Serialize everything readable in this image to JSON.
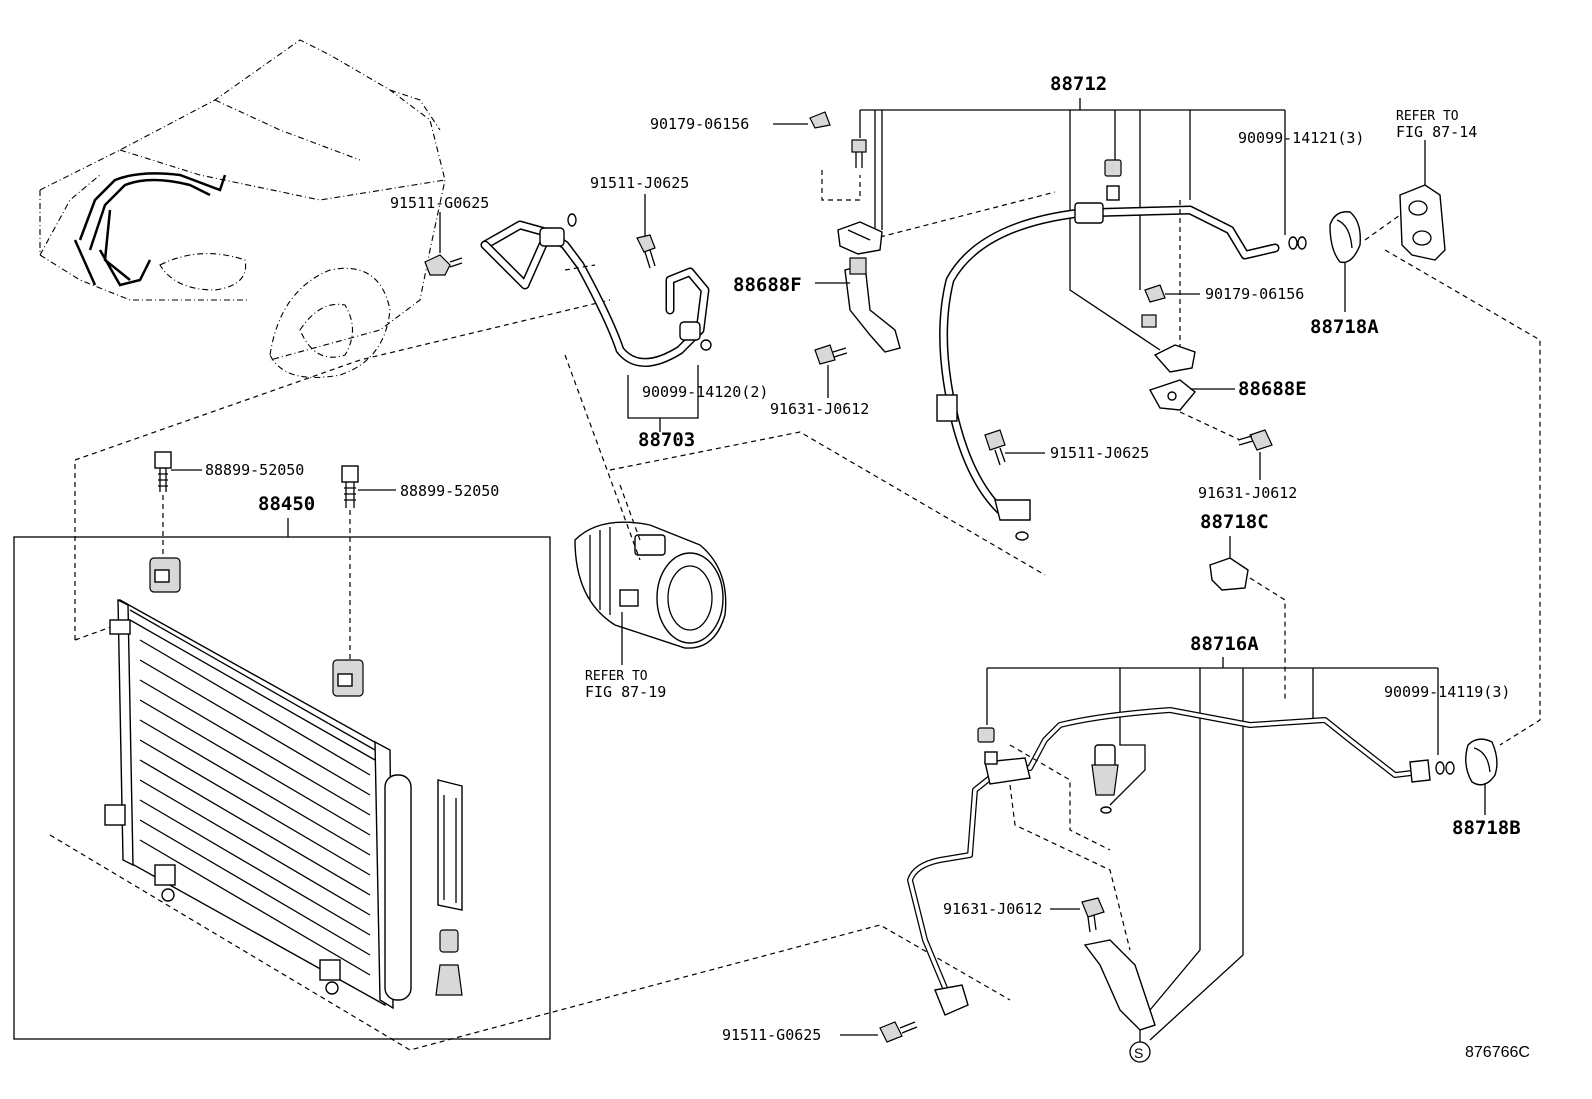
{
  "diagram_id": "876766C",
  "assemblies": {
    "condenser": "88450",
    "discharge_hose": "88703",
    "suction_hose": "88712",
    "liquid_tube": "88716A",
    "cooler_clamp_f": "88688F",
    "cooler_clamp_e": "88688E",
    "seal_a": "88718A",
    "seal_b": "88718B",
    "clamp_c": "88718C"
  },
  "parts": {
    "bolt_g0625_top": "91511-G0625",
    "bolt_j0625_top": "91511-J0625",
    "nut_06156_top": "90179-06156",
    "nut_06156_right": "90179-06156",
    "oring_14121": "90099-14121(3)",
    "oring_14120": "90099-14120(2)",
    "oring_14119": "90099-14119(3)",
    "bolt_j0612_left": "91631-J0612",
    "bolt_j0612_right": "91631-J0612",
    "bolt_j0612_bottom": "91631-J0612",
    "bolt_j0625_mid": "91511-J0625",
    "bolt_52050_a": "88899-52050",
    "bolt_52050_b": "88899-52050",
    "bolt_g0625_bottom": "91511-G0625"
  },
  "references": {
    "fig_87_14_line1": "REFER TO",
    "fig_87_14_line2": "FIG 87-14",
    "fig_87_19_line1": "REFER TO",
    "fig_87_19_line2": "FIG 87-19"
  },
  "marks": {
    "s_mark": "S"
  }
}
